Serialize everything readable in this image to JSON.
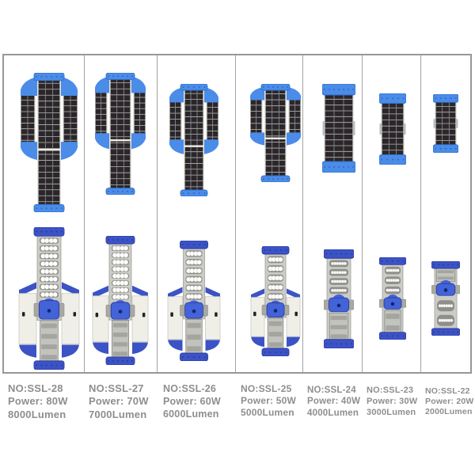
{
  "figure": {
    "kind": "solar-street-light-comparison-sheet"
  },
  "palette": {
    "background": "#ffffff",
    "table_border": "#979797",
    "divider": "#a3a3a3",
    "text": "#8e8e8e",
    "sky_blue": "#4a8ce8",
    "sky_blue_dark": "#2f6fcb",
    "royal_blue": "#3c53c5",
    "royal_blue_dark": "#2a3a9e",
    "hinge_blue": "#4363d8",
    "solar_panel": "#2b2629",
    "panel_line_h": "#b9b9b2",
    "panel_line_v": "#8d93a0",
    "panel_border": "#d6d7d2",
    "led_strip": "#cbcbc7",
    "led_slot": "#8f8f89",
    "led_dot": "#ffffff",
    "cream_body": "#f0efe7",
    "cream_edge": "#c9c9c1",
    "segment": "#c3c3bd",
    "segment_dark": "#a5a59f",
    "segment_line": "#8b8b85"
  },
  "products": [
    {
      "no": "NO:SSL-28",
      "power": "Power: 80W",
      "lumen": "8000Lumen"
    },
    {
      "no": "NO:SSL-27",
      "power": "Power: 70W",
      "lumen": "7000Lumen"
    },
    {
      "no": "NO:SSL-26",
      "power": "Power: 60W",
      "lumen": "6000Lumen"
    },
    {
      "no": "NO:SSL-25",
      "power": "Power: 50W",
      "lumen": "5000Lumen"
    },
    {
      "no": "NO:SSL-24",
      "power": "Power: 40W",
      "lumen": "4000Lumen"
    },
    {
      "no": "NO:SSL-23",
      "power": "Power: 30W",
      "lumen": "3000Lumen"
    },
    {
      "no": "NO:SSL-22",
      "power": "Power: 20W",
      "lumen": "2000Lumen"
    }
  ]
}
